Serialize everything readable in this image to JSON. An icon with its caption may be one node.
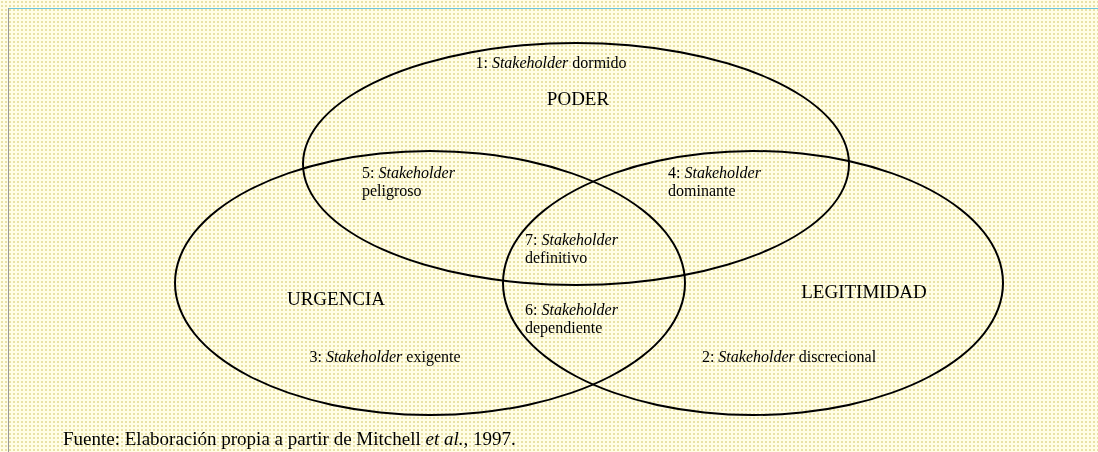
{
  "diagram": {
    "caption": "Fuente: Elaboración propia a partir de Mitchell *et al.*, 1997.",
    "nodes": [
      {
        "text": [
          "PODER"
        ]
      },
      {
        "text": [
          "URGENCIA"
        ]
      },
      {
        "text": [
          "LEGITIMIDAD"
        ]
      }
    ],
    "edges": [],
    "labels": [
      "1: *Stakeholder* dormido",
      "5: *Stakeholder* peligroso",
      "4: *Stakeholder* dominante",
      "7: *Stakeholder* definitivo",
      "6: *Stakeholder* dependiente",
      "3: *Stakeholder* exigente",
      "2: *Stakeholder* discrecional"
    ]
  }
}
